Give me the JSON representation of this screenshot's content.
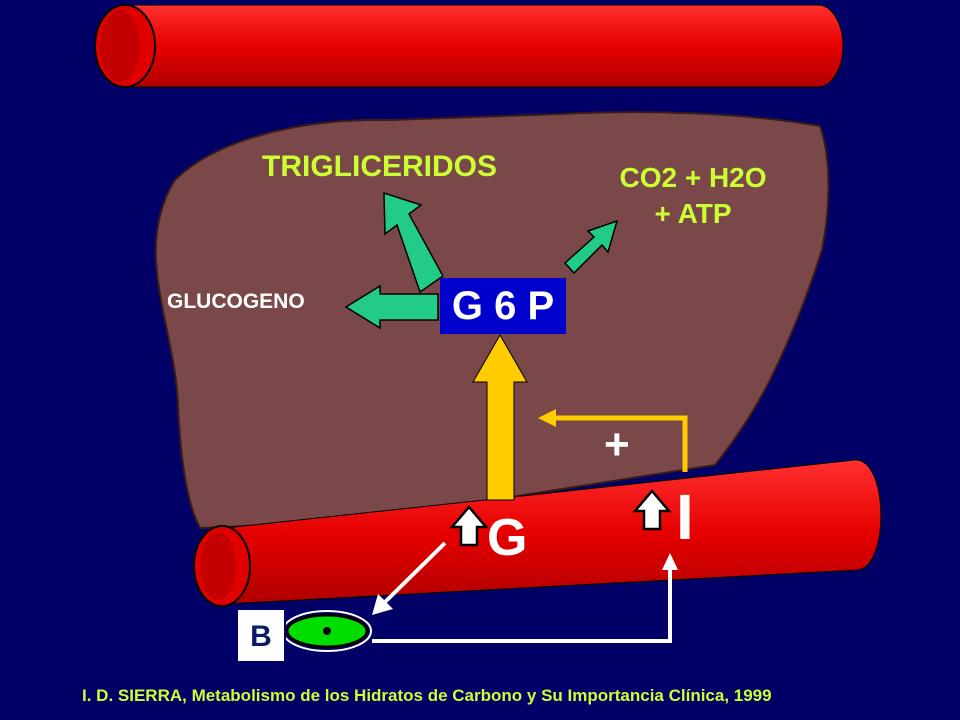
{
  "labels": {
    "trigliceridos": "TRIGLICERIDOS",
    "co2_line1": "CO2 + H2O",
    "co2_line2": "+ ATP",
    "glucogeno": "GLUCOGENO",
    "g6p": "G 6 P",
    "plus": "+",
    "glucose": "G",
    "insulin": "I",
    "beta_cell": "B"
  },
  "citation": "I. D. SIERRA, Metabolismo de los Hidratos de Carbono y Su Importancia Clínica, 1999",
  "colors": {
    "background": "#000066",
    "vessel": "#e60000",
    "liver": "#7a4848",
    "label_yellow": "#ccff33",
    "green_arrow": "#22cc88",
    "g6p_box": "#0000cc",
    "glucose_arrow": "#ffcc00",
    "feedback_line": "#ffcc00",
    "cell_green": "#00dd00"
  }
}
